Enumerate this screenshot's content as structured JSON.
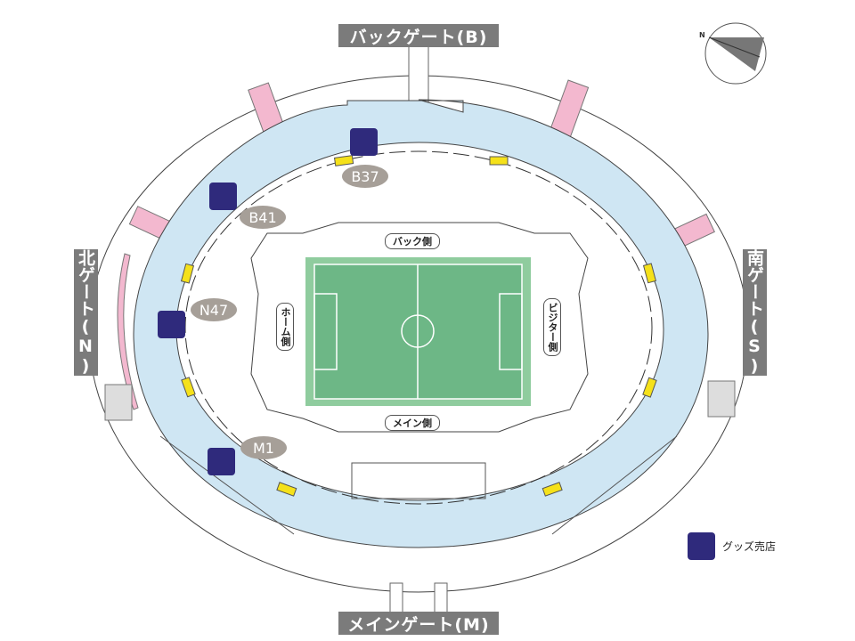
{
  "gates": {
    "back": "バックゲート(B)",
    "north": "北ゲート(N)",
    "south": "南ゲート(S)",
    "main": "メインゲート(M)"
  },
  "sides": {
    "back": "バック側",
    "main": "メイン側",
    "home": "ホーム側",
    "visitor": "ビジター側"
  },
  "shops": [
    {
      "label": "B37"
    },
    {
      "label": "B41"
    },
    {
      "label": "N47"
    },
    {
      "label": "M1"
    }
  ],
  "legend": {
    "label": "グッズ売店"
  },
  "compass": {
    "label": "N"
  },
  "colors": {
    "concourse": "#cfe6f3",
    "pitch": "#6db786",
    "shop": "#2f2a7c",
    "gate_label": "#7b7b7b",
    "stairs": "#f3b8cf",
    "kiosk": "#f5e11a",
    "tag": "#a69f98"
  }
}
